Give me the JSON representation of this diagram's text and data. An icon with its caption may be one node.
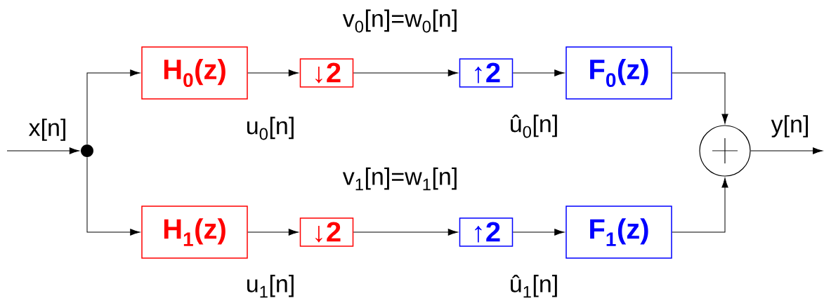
{
  "diagram": {
    "nodes": [
      {
        "text": [],
        "shape": "circle"
      },
      {
        "text": [
          "H$_{0}$(z)"
        ]
      },
      {
        "text": [
          "↓2"
        ]
      },
      {
        "text": [
          "↑2"
        ]
      },
      {
        "text": [
          "F$_{0}$(z)"
        ]
      },
      {
        "text": [
          "H$_{1}$(z)"
        ]
      },
      {
        "text": [
          "↓2"
        ]
      },
      {
        "text": [
          "↑2"
        ]
      },
      {
        "text": [
          "F$_{1}$(z)"
        ]
      },
      {
        "text": [],
        "shape": "circle"
      }
    ],
    "edges": [
      {
        "from": null,
        "to": 0,
        "arrow": "to",
        "label": "x[n]"
      },
      {
        "from": 0,
        "to": 1,
        "arrow": "to"
      },
      {
        "from": 0,
        "to": 5,
        "arrow": "to"
      },
      {
        "from": 1,
        "to": 2,
        "arrow": "to",
        "label": "u$_{0}$[n]"
      },
      {
        "from": 2,
        "to": 3,
        "arrow": "to",
        "label": "v$_{0}$[n]=w$_{0}$[n]"
      },
      {
        "from": 3,
        "to": 4,
        "arrow": "to",
        "label": "û$_{0}$[n]"
      },
      {
        "from": 4,
        "to": 9,
        "arrow": "to"
      },
      {
        "from": 5,
        "to": 6,
        "arrow": "to",
        "label": "u$_{1}$[n]"
      },
      {
        "from": 6,
        "to": 7,
        "arrow": "to",
        "label": "v$_{1}$[n]=w$_{1}$[n]"
      },
      {
        "from": 7,
        "to": 8,
        "arrow": "to",
        "label": "û$_{1}$[n]"
      },
      {
        "from": 8,
        "to": 9,
        "arrow": "to"
      },
      {
        "from": 9,
        "to": null,
        "arrow": "to",
        "label": "y[n]"
      }
    ]
  }
}
